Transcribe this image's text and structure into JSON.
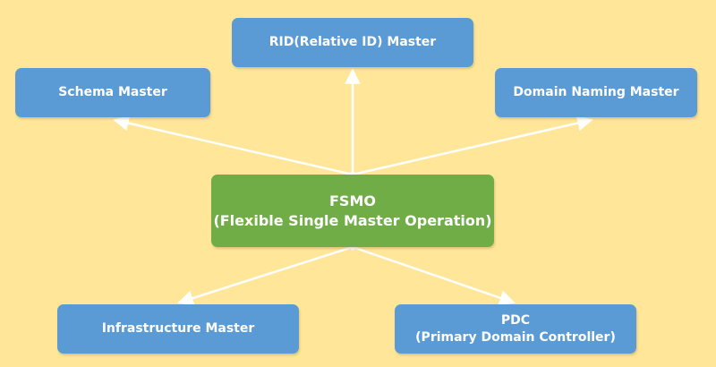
{
  "center": {
    "line1": "FSMO",
    "line2": "(Flexible Single Master Operation)"
  },
  "roles": {
    "rid": "RID(Relative ID) Master",
    "schema": "Schema Master",
    "domain_naming": "Domain Naming Master",
    "infrastructure": "Infrastructure Master",
    "pdc_line1": "PDC",
    "pdc_line2": "(Primary Domain Controller)"
  },
  "colors": {
    "background": "#FFE699",
    "role_box": "#5B9BD5",
    "center_box": "#70AD47",
    "arrow": "#FFFFFF"
  }
}
